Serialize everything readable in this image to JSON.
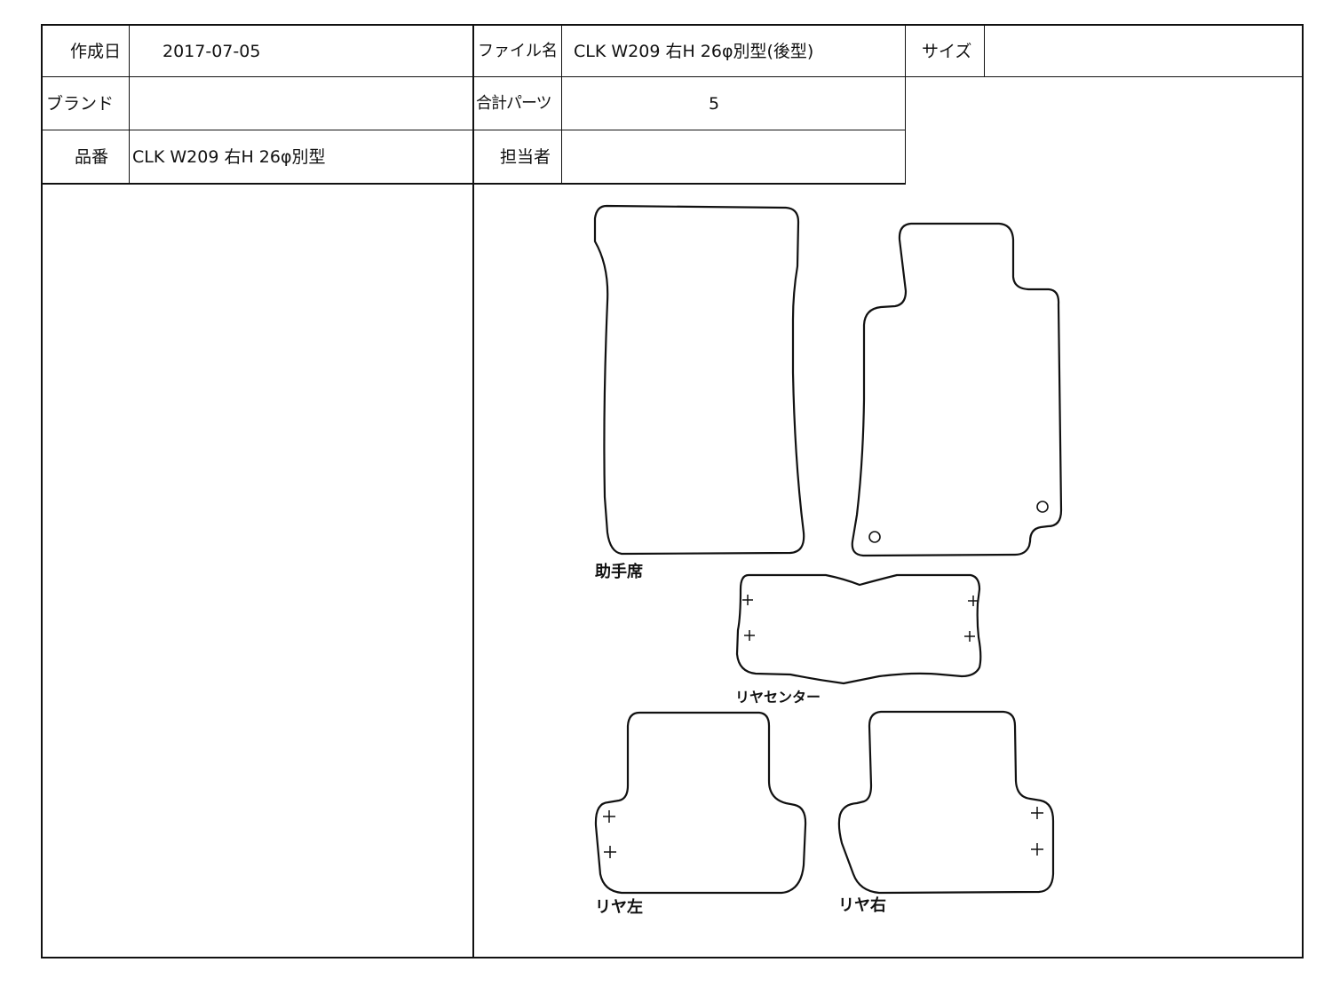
{
  "header": {
    "created_date_label": "作成日",
    "created_date_value": "2017-07-05",
    "file_name_label": "ファイル名",
    "file_name_value": "CLK W209 右H 26φ別型(後型)",
    "size_label": "サイズ",
    "size_value": "",
    "brand_label": "ブランド",
    "brand_value": "",
    "total_parts_label": "合計パーツ",
    "total_parts_value": "5",
    "part_number_label": "品番",
    "part_number_value": "CLK W209 右H 26φ別型",
    "person_label": "担当者",
    "person_value": ""
  },
  "parts": {
    "passenger_seat": "助手席",
    "rear_center": "リヤセンター",
    "rear_left": "リヤ左",
    "rear_right": "リヤ右"
  },
  "colors": {
    "line": "#111111",
    "background": "#ffffff"
  }
}
